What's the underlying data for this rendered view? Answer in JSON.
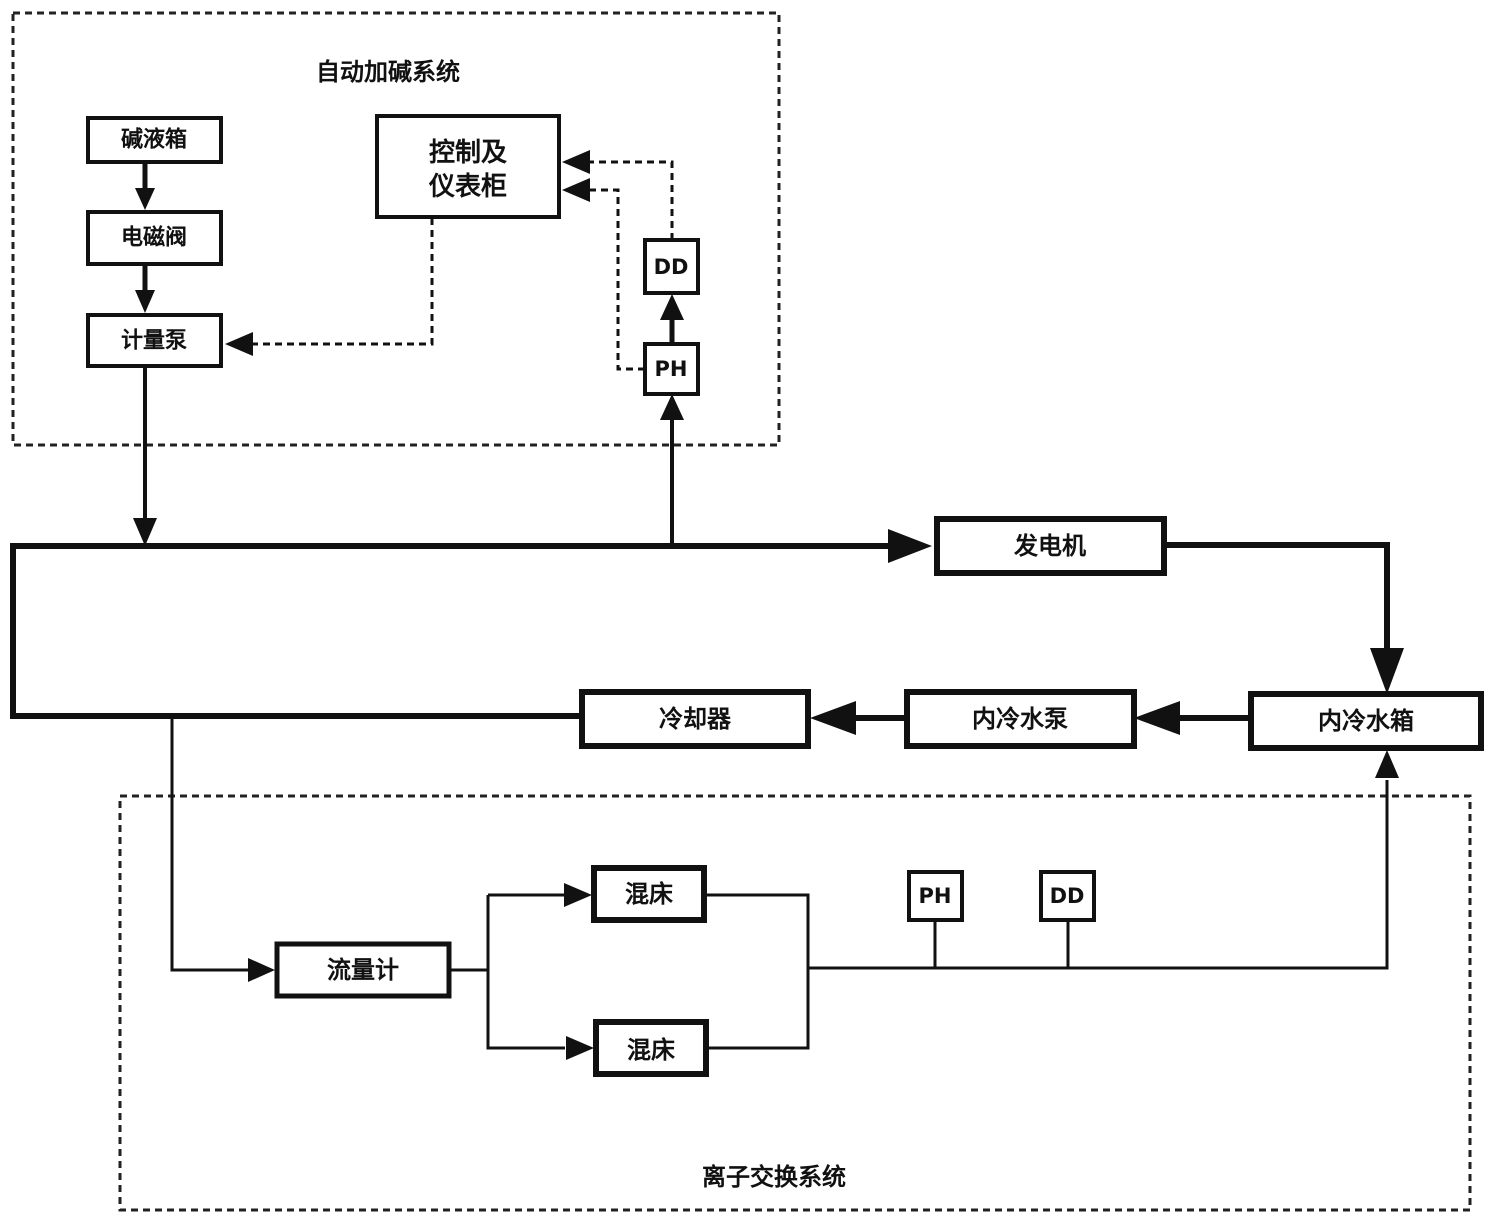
{
  "diagram": {
    "alkali_system": {
      "title": "自动加碱系统",
      "tank": "碱液箱",
      "valve": "电磁阀",
      "pump": "计量泵",
      "cabinet_line1": "控制及",
      "cabinet_line2": "仪表柜",
      "dd": "DD",
      "ph": "PH"
    },
    "main_loop": {
      "generator": "发电机",
      "water_tank": "内冷水箱",
      "water_pump": "内冷水泵",
      "cooler": "冷却器"
    },
    "ion_exchange": {
      "title": "离子交换系统",
      "flowmeter": "流量计",
      "bed_top": "混床",
      "bed_bottom": "混床",
      "ph": "PH",
      "dd": "DD"
    }
  }
}
